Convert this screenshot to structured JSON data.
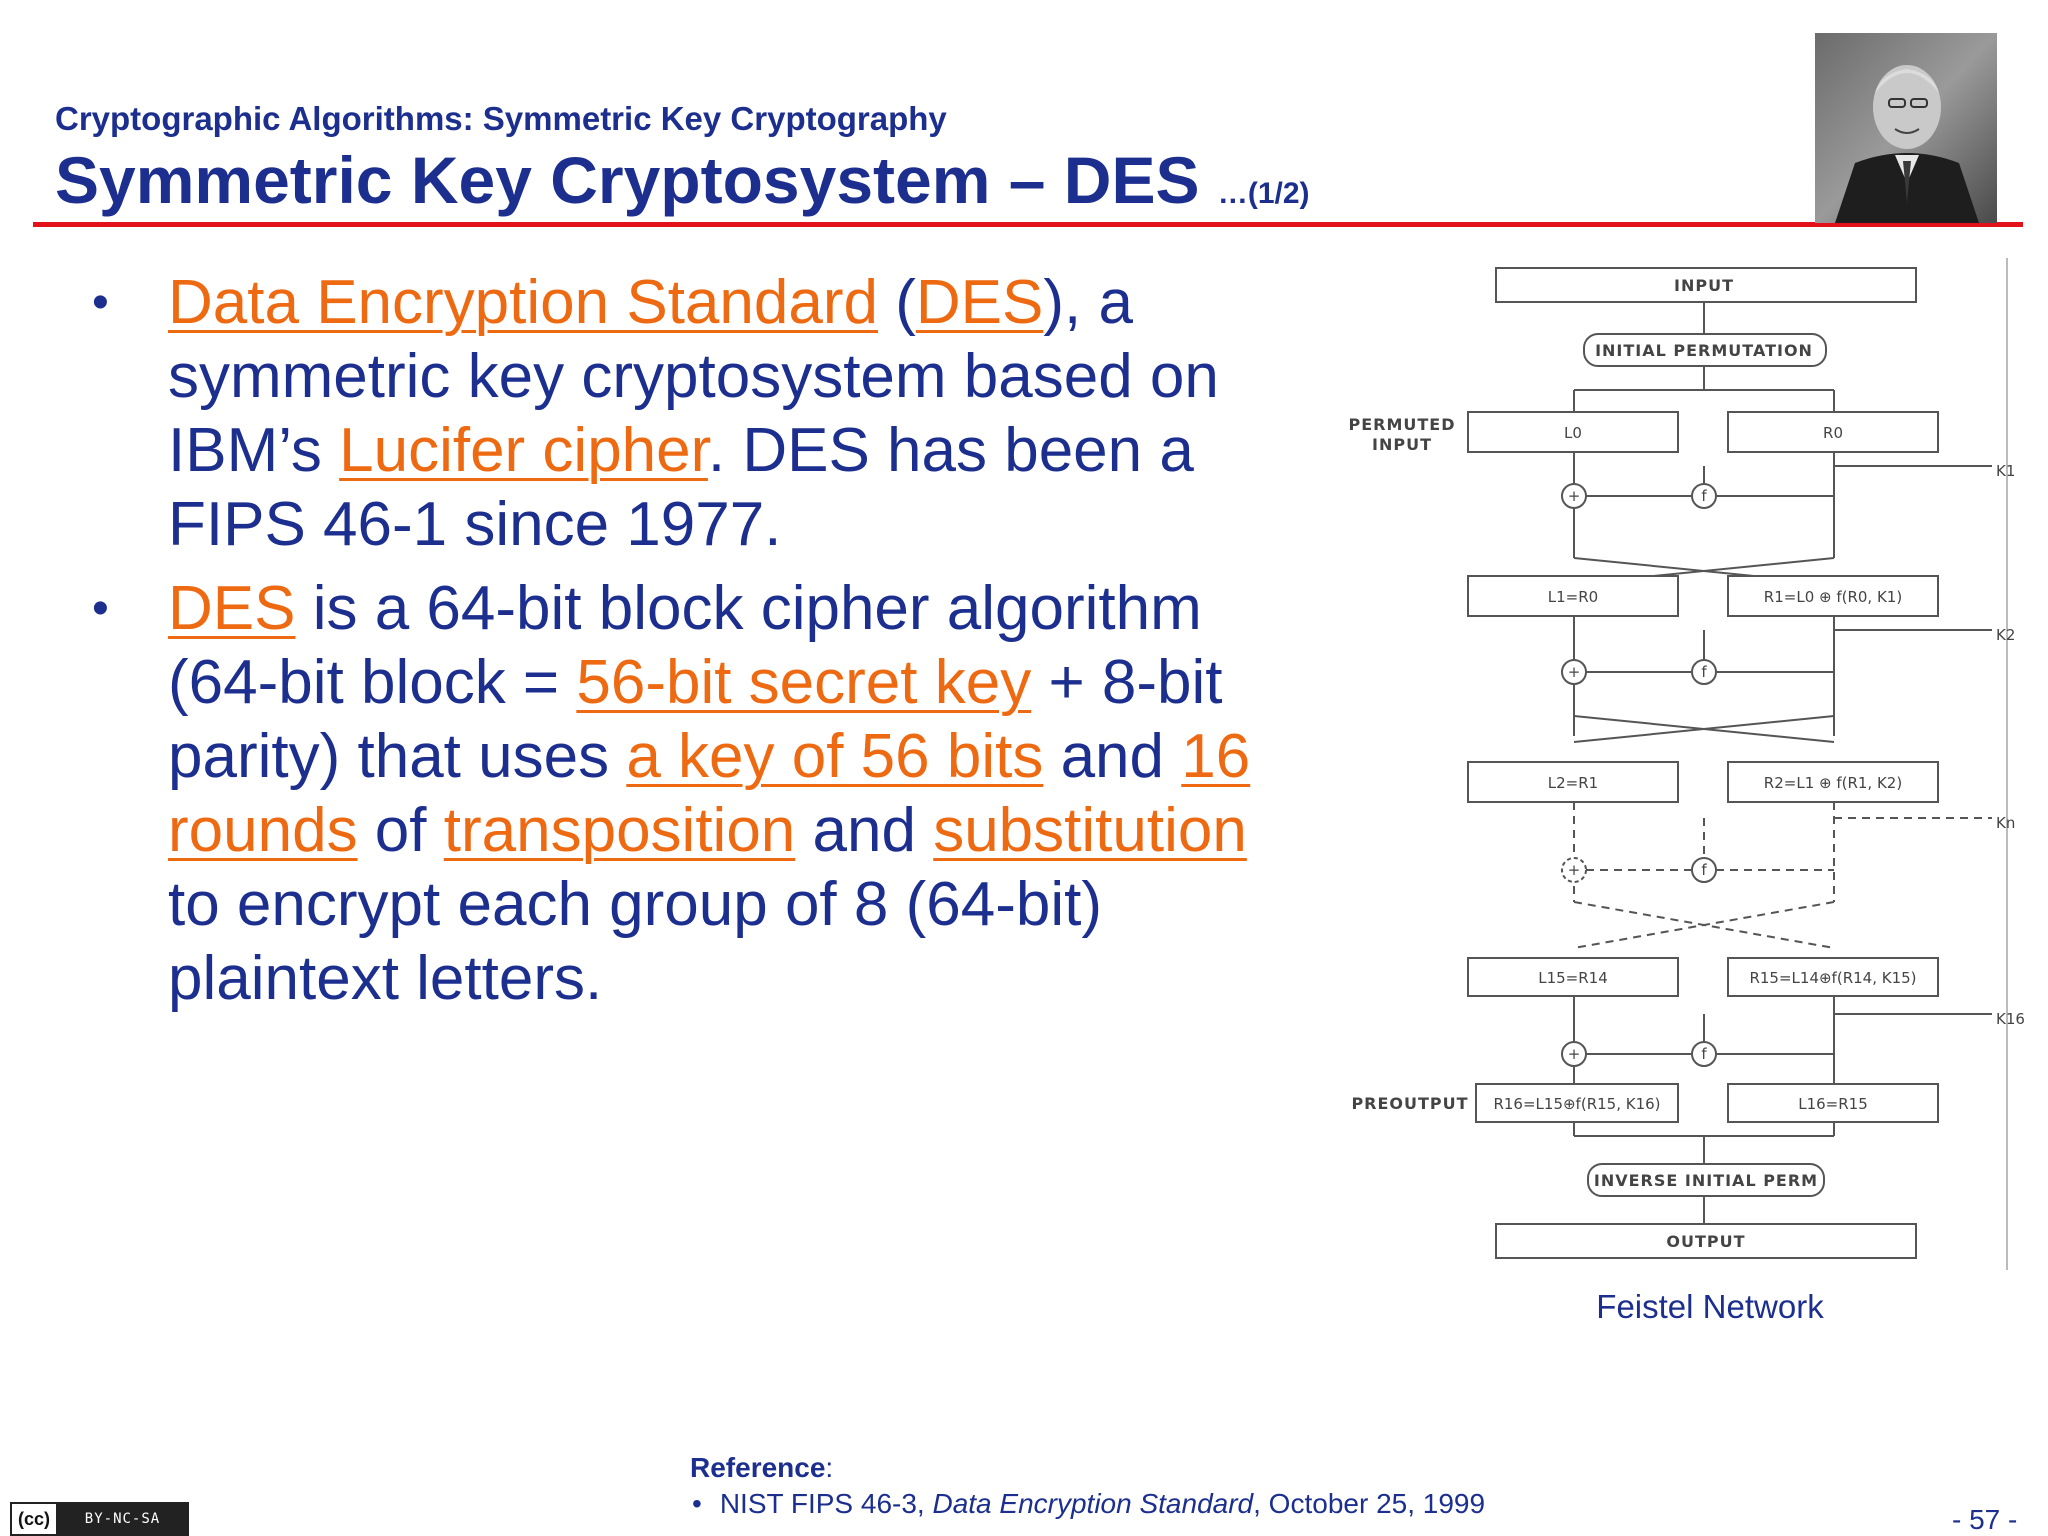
{
  "header": {
    "subtitle": "Cryptographic Algorithms: Symmetric Key Cryptography",
    "title": "Symmetric Key Cryptosystem – DES",
    "title_suffix": "…(1/2)"
  },
  "portrait": {
    "icon": "person-photo-icon"
  },
  "bullets": {
    "b1": {
      "link1": "Data Encryption Standard",
      "t1": " (",
      "link2": "DES",
      "t2": "), a symmetric key cryptosystem based on IBM’s ",
      "link3": "Lucifer cipher",
      "t3": ". DES has been a FIPS 46-1 since 1977."
    },
    "b2": {
      "link1": "DES",
      "t1": " is a 64-bit block cipher algorithm (64-bit block = ",
      "link2": "56-bit secret key",
      "t2": " + 8-bit parity) that uses ",
      "link3": "a key of 56 bits",
      "t3": " and ",
      "link4": "16 rounds",
      "t4": " of ",
      "link5": "transposition",
      "t5": " and ",
      "link6": "substitution",
      "t6": " to encrypt each group of 8 (64-bit) plaintext letters."
    }
  },
  "diagram": {
    "input": "INPUT",
    "initial_perm": "INITIAL PERMUTATION",
    "permuted_input": [
      "PERMUTED",
      "INPUT"
    ],
    "l0": "L0",
    "r0": "R0",
    "l1": "L1=R0",
    "r1": "R1=L0 ⊕ f(R0, K1)",
    "l2": "L2=R1",
    "r2": "R2=L1 ⊕ f(R1, K2)",
    "l15": "L15=R14",
    "r15": "R15=L14⊕f(R14, K15)",
    "preoutput": "PREOUTPUT",
    "r16": "R16=L15⊕f(R15, K16)",
    "l16": "L16=R15",
    "inverse_perm": "INVERSE INITIAL PERM",
    "output": "OUTPUT",
    "k1": "K1",
    "k2": "K2",
    "kn": "Kn",
    "k16": "K16",
    "xor_symbol": "+",
    "f_symbol": "f"
  },
  "caption": "Feistel Network",
  "reference": {
    "label": "Reference",
    "colon": ":",
    "bullet": "•",
    "item_prefix": "NIST FIPS 46-3, ",
    "item_title": "Data Encryption Standard",
    "item_suffix": ", October 25, 1999"
  },
  "license": {
    "logo": "(cc)",
    "text": "BY-NC-SA"
  },
  "page_number": "- 57 -"
}
